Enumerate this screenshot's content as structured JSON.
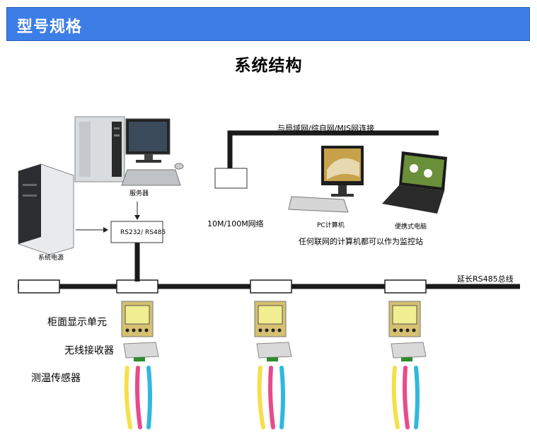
{
  "header": {
    "title": "型号规格"
  },
  "section_title": "系统结构",
  "labels": {
    "wan_link": "与局域网/综自网/MIS网连接",
    "network_speed": "10M/100M网络",
    "server": "服务器",
    "converter": "RS232/ RS485",
    "power": "系统电源",
    "pc": "PC计算机",
    "laptop": "便携式电脑",
    "any_computer": "任何联网的计算机都可以作为监控站",
    "bus": "延长RS485总线",
    "display_unit": "柜面显示单元",
    "wireless_receiver": "无线接收器",
    "temp_sensor": "测温传感器"
  },
  "colors": {
    "header_bg": "#3d7ee6",
    "bus_line": "#1a1a1a",
    "sensor_yellow": "#f5e04a",
    "sensor_pink": "#e84b8a",
    "sensor_cyan": "#2fb8e0"
  }
}
